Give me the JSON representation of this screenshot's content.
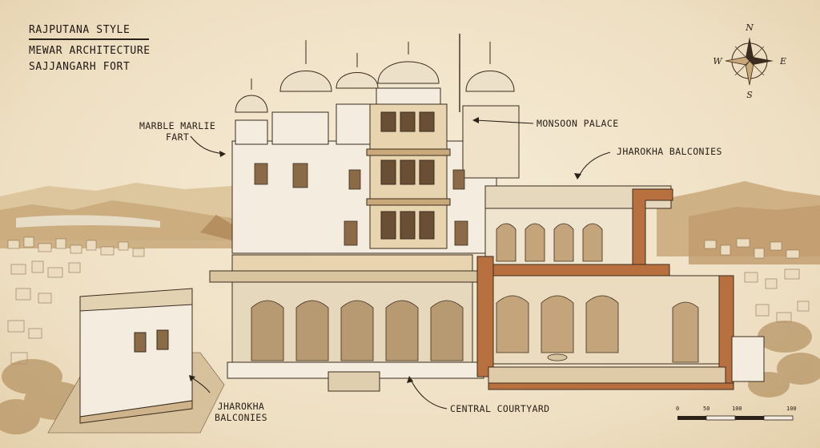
{
  "title": {
    "line1": "RAJPUTANA STYLE",
    "line2": "MEWAR ARCHITECTURE",
    "line3": "SAJJANGARH FORT"
  },
  "labels": {
    "marble": "MARBLE MARLIE\nFART",
    "monsoon": "MONSOON PALACE",
    "jharokha_top": "JHAROKHA BALCONIES",
    "jharokha_bottom": "JHAROKHA\nBALCONIES",
    "courtyard": "CENTRAL COURTYARD"
  },
  "compass": {
    "n": "N",
    "s": "S",
    "e": "E",
    "w": "W"
  },
  "scale": {
    "ticks": [
      "0",
      "50",
      "100",
      "100"
    ]
  },
  "colors": {
    "ink": "#3a2c1e",
    "wall": "#f3ecdf",
    "shadow": "#d9c4a0",
    "section_cut": "#b9703f",
    "hills": "#c9a87a"
  }
}
